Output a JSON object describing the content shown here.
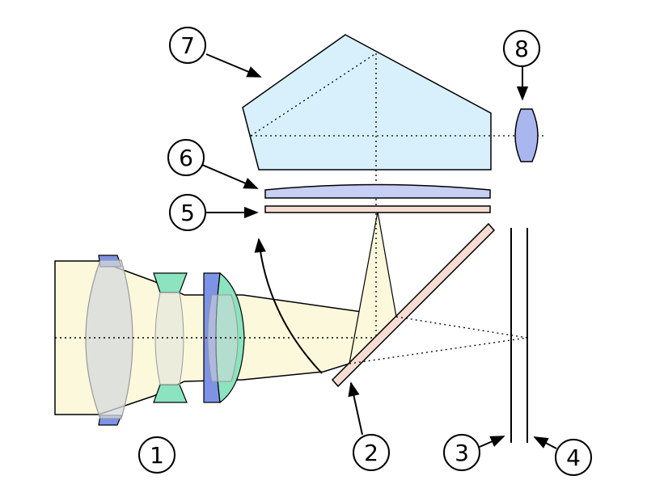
{
  "labels": {
    "lens": "1",
    "mirror": "2",
    "shutter": "3",
    "sensor": "4",
    "focusing_screen": "5",
    "condenser_lens": "6",
    "pentaprism": "7",
    "eyepiece": "8"
  },
  "colors": {
    "light_beam": "#fbf8dc",
    "lens_blue": "#7e93e6",
    "lens_green": "#8be3bf",
    "lens_gray": "#d4d9dc",
    "prism_fill": "#d7f0fb",
    "condenser_fill": "#c7cff5",
    "screen_fill": "#f6dcd2",
    "mirror_fill": "#f6dcd2",
    "eyepiece_fill": "#aab7ef"
  }
}
